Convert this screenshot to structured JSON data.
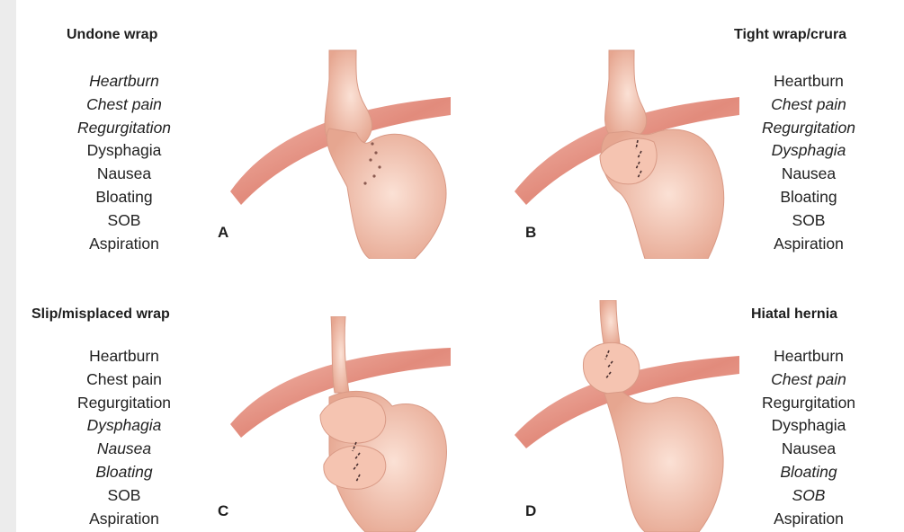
{
  "panels": [
    {
      "id": "A",
      "title": "Undone wrap",
      "letter": "A",
      "symptoms": [
        {
          "text": "Heartburn",
          "italic": true
        },
        {
          "text": "Chest pain",
          "italic": true
        },
        {
          "text": "Regurgitation",
          "italic": true
        },
        {
          "text": "Dysphagia",
          "italic": false
        },
        {
          "text": "Nausea",
          "italic": false
        },
        {
          "text": "Bloating",
          "italic": false
        },
        {
          "text": "SOB",
          "italic": false
        },
        {
          "text": "Aspiration",
          "italic": false
        }
      ]
    },
    {
      "id": "B",
      "title": "Tight wrap/crura",
      "letter": "B",
      "symptoms": [
        {
          "text": "Heartburn",
          "italic": false
        },
        {
          "text": "Chest pain",
          "italic": true
        },
        {
          "text": "Regurgitation",
          "italic": true
        },
        {
          "text": "Dysphagia",
          "italic": true
        },
        {
          "text": "Nausea",
          "italic": false
        },
        {
          "text": "Bloating",
          "italic": false
        },
        {
          "text": "SOB",
          "italic": false
        },
        {
          "text": "Aspiration",
          "italic": false
        }
      ]
    },
    {
      "id": "C",
      "title": "Slip/misplaced wrap",
      "letter": "C",
      "symptoms": [
        {
          "text": "Heartburn",
          "italic": false
        },
        {
          "text": "Chest pain",
          "italic": false
        },
        {
          "text": "Regurgitation",
          "italic": false
        },
        {
          "text": "Dysphagia",
          "italic": true
        },
        {
          "text": "Nausea",
          "italic": true
        },
        {
          "text": "Bloating",
          "italic": true
        },
        {
          "text": "SOB",
          "italic": false
        },
        {
          "text": "Aspiration",
          "italic": false
        }
      ]
    },
    {
      "id": "D",
      "title": "Hiatal hernia",
      "letter": "D",
      "symptoms": [
        {
          "text": "Heartburn",
          "italic": false
        },
        {
          "text": "Chest pain",
          "italic": true
        },
        {
          "text": "Regurgitation",
          "italic": false
        },
        {
          "text": "Dysphagia",
          "italic": false
        },
        {
          "text": "Nausea",
          "italic": false
        },
        {
          "text": "Bloating",
          "italic": true
        },
        {
          "text": "SOB",
          "italic": true
        },
        {
          "text": "Aspiration",
          "italic": false
        }
      ]
    }
  ],
  "colors": {
    "diaphragm": "#e79a8c",
    "tissue": "#f7cbb9",
    "tissue_shadow": "#d99a86",
    "suture": "#4a3030"
  }
}
